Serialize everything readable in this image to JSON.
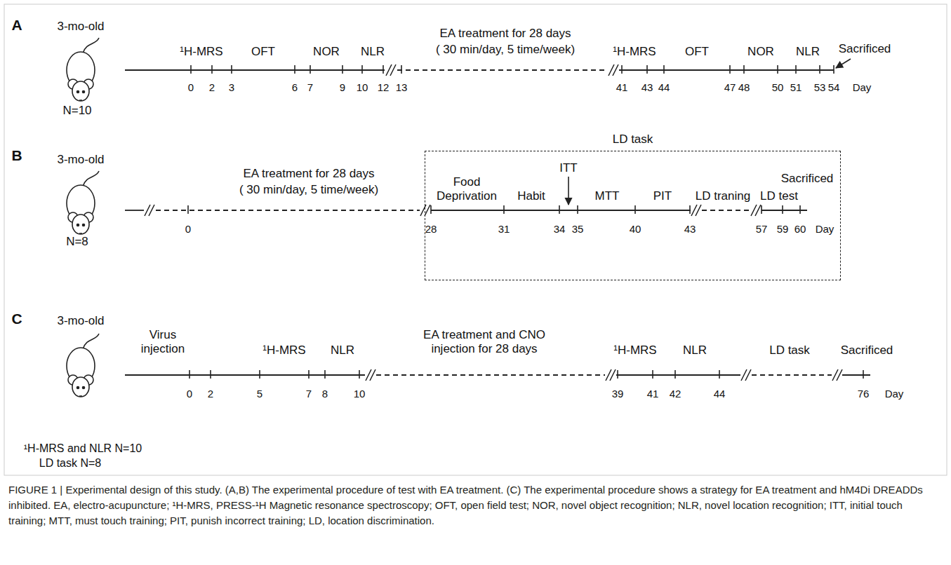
{
  "diagram": {
    "caption": "FIGURE 1 | Experimental design of this study. (A,B) The experimental procedure of test with EA treatment. (C) The experimental procedure shows a strategy for EA treatment and hM4Di DREADDs inhibited. EA, electro-acupuncture; ¹H-MRS, PRESS-¹H Magnetic resonance spectroscopy; OFT, open field test; NOR, novel object recognition; NLR, novel location recognition; ITT, initial touch training; MTT, must touch training; PIT, punish incorrect training; LD, location discrimination.",
    "nodes": [
      {
        "text": [
          "LD task"
        ]
      }
    ],
    "labels": [
      "A",
      "3-mo-old",
      "N=10",
      "¹H-MRS",
      "OFT",
      "NOR",
      "NLR",
      "EA treatment for 28 days",
      "( 30 min/day, 5 time/week)",
      "¹H-MRS",
      "OFT",
      "NOR",
      "NLR",
      "Sacrificed",
      "0",
      "2",
      "3",
      "6",
      "7",
      "9",
      "10",
      "12",
      "13",
      "41",
      "43",
      "44",
      "47",
      "48",
      "50",
      "51",
      "53",
      "54",
      "Day",
      "B",
      "3-mo-old",
      "N=8",
      "EA treatment for 28 days",
      "( 30 min/day, 5 time/week)",
      "Food Deprivation",
      "Habit",
      "ITT",
      "MTT",
      "PIT",
      "LD traning",
      "LD test",
      "Sacrificed",
      "0",
      "28",
      "31",
      "34",
      "35",
      "40",
      "43",
      "57",
      "59",
      "60",
      "Day",
      "C",
      "3-mo-old",
      "Virus injection",
      "¹H-MRS",
      "NLR",
      "EA treatment and CNO injection for 28 days",
      "¹H-MRS",
      "NLR",
      "LD task",
      "Sacrificed",
      "0",
      "2",
      "5",
      "7",
      "8",
      "10",
      "39",
      "41",
      "42",
      "44",
      "76",
      "Day",
      "¹H-MRS and NLR N=10",
      "LD task N=8"
    ]
  }
}
